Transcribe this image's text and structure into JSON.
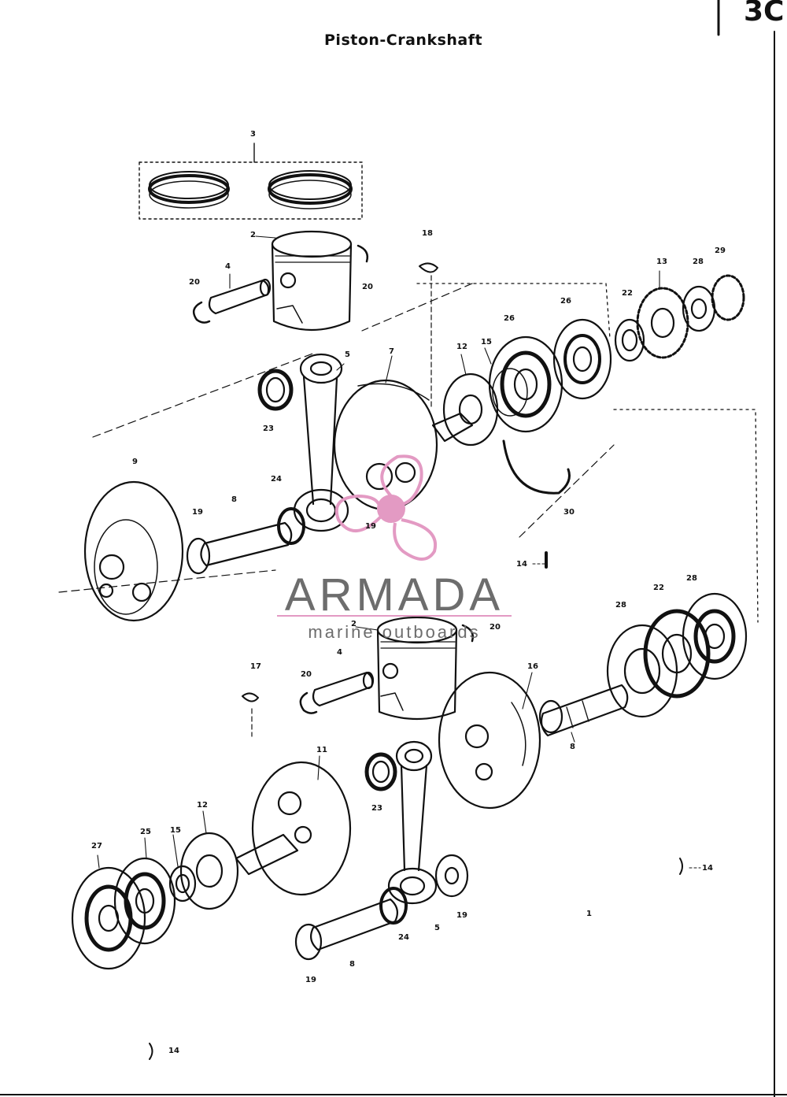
{
  "page": {
    "title": "Piston-Crankshaft",
    "corner_mark": "3C"
  },
  "watermark": {
    "brand": "ARMADA",
    "tagline": "marine outboards",
    "colors": {
      "logo": "#e39ac3",
      "text": "#6d6d6d"
    }
  },
  "callouts": [
    {
      "id": "ring-set",
      "text": "3"
    },
    {
      "id": "piston-upper",
      "text": "2"
    },
    {
      "id": "pin-upper",
      "text": "4"
    },
    {
      "id": "circlip-upper-left",
      "text": "20"
    },
    {
      "id": "circlip-upper-right",
      "text": "20"
    },
    {
      "id": "key-upper",
      "text": "18"
    },
    {
      "id": "rod-upper",
      "text": "5"
    },
    {
      "id": "bearing-upper",
      "text": "23"
    },
    {
      "id": "web-upper",
      "text": "7"
    },
    {
      "id": "washer-upper",
      "text": "12"
    },
    {
      "id": "shim-upper",
      "text": "15"
    },
    {
      "id": "bearing-a",
      "text": "26"
    },
    {
      "id": "seal-upper",
      "text": "26"
    },
    {
      "id": "ring-22-upper",
      "text": "22"
    },
    {
      "id": "gear-13",
      "text": "13"
    },
    {
      "id": "bearing-28-upper",
      "text": "28"
    },
    {
      "id": "seal-29",
      "text": "29"
    },
    {
      "id": "web-lower-left",
      "text": "9"
    },
    {
      "id": "washer-19",
      "text": "19"
    },
    {
      "id": "crankpin-upper",
      "text": "8"
    },
    {
      "id": "needle-upper",
      "text": "24"
    },
    {
      "id": "washer-mid",
      "text": "19"
    },
    {
      "id": "clip-30",
      "text": "30"
    },
    {
      "id": "pin-14-mid",
      "text": "14"
    },
    {
      "id": "piston-lower",
      "text": "2"
    },
    {
      "id": "circlip-lower-right",
      "text": "20"
    },
    {
      "id": "pin-lower",
      "text": "4"
    },
    {
      "id": "key-17",
      "text": "17"
    },
    {
      "id": "circlip-lower-left",
      "text": "20"
    },
    {
      "id": "web-16",
      "text": "16"
    },
    {
      "id": "seal-28-lower",
      "text": "28"
    },
    {
      "id": "ring-22-lower",
      "text": "22"
    },
    {
      "id": "bearing-28-lower",
      "text": "28"
    },
    {
      "id": "crankpin-right",
      "text": "8"
    },
    {
      "id": "web-11",
      "text": "11"
    },
    {
      "id": "washer-12-lower",
      "text": "12"
    },
    {
      "id": "shim-15-lower",
      "text": "15"
    },
    {
      "id": "bearing-25",
      "text": "25"
    },
    {
      "id": "bearing-27",
      "text": "27"
    },
    {
      "id": "needle-lower-23",
      "text": "23"
    },
    {
      "id": "washer-19-lower",
      "text": "19"
    },
    {
      "id": "rod-lower",
      "text": "5"
    },
    {
      "id": "needle-lower-24",
      "text": "24"
    },
    {
      "id": "crankpin-lower",
      "text": "8"
    },
    {
      "id": "washer-19-bottom",
      "text": "19"
    },
    {
      "id": "pin-14-right",
      "text": "14"
    },
    {
      "id": "pin-14-bottom",
      "text": "14"
    },
    {
      "id": "misc-1",
      "text": "1"
    }
  ]
}
